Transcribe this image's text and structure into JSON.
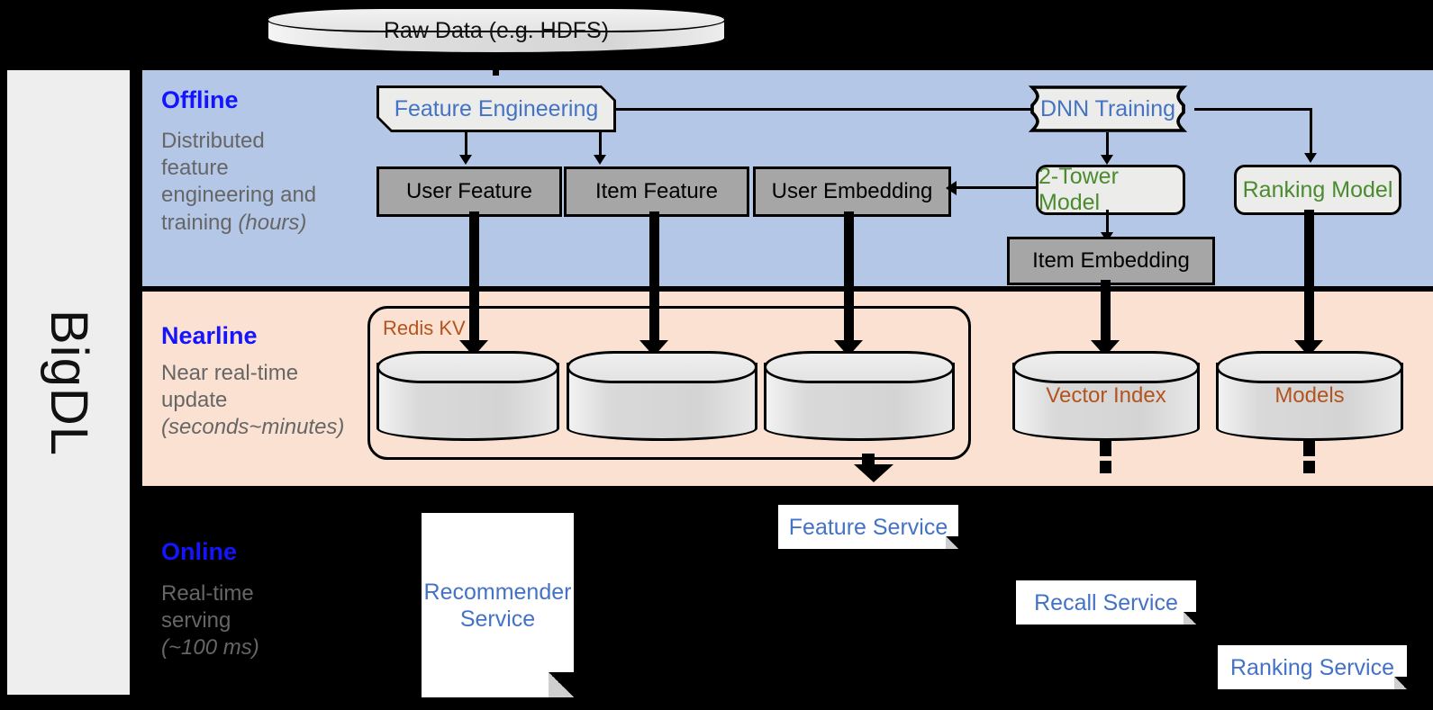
{
  "sidebar": {
    "label": "BigDL"
  },
  "bands": [
    {
      "id": "offline",
      "title": "Offline",
      "desc_line1": "Distributed",
      "desc_line2": "feature",
      "desc_line3": "engineering and",
      "desc_line4": "training ",
      "desc_italic": "(hours)",
      "color": "#b4c7e7"
    },
    {
      "id": "nearline",
      "title": "Nearline",
      "desc_line1": "Near real-time",
      "desc_line2": "update",
      "desc_italic": "(seconds~minutes)",
      "color": "#fae1d2"
    },
    {
      "id": "online",
      "title": "Online",
      "desc_line1": "Real-time",
      "desc_line2": "serving",
      "desc_italic": "(~100 ms)",
      "color": "#000000"
    }
  ],
  "nodes": {
    "raw_data": "Raw Data (e.g. HDFS)",
    "feature_engineering": "Feature Engineering",
    "dnn_training": "DNN Training",
    "user_feature": "User Feature",
    "item_feature": "Item Feature",
    "user_embedding": "User Embedding",
    "two_tower_model": "2-Tower Model",
    "ranking_model": "Ranking Model",
    "item_embedding": "Item Embedding",
    "redis_kv": "Redis KV",
    "store_user_feature": "",
    "store_item_feature": "",
    "store_user_embedding": "",
    "vector_index": "Vector Index",
    "models": "Models",
    "feature_service": "Feature Service",
    "recommender_service_l1": "Recommender",
    "recommender_service_l2": "Service",
    "recall_service": "Recall Service",
    "ranking_service": "Ranking Service"
  },
  "colors": {
    "offline_band": "#b4c7e7",
    "nearline_band": "#fae1d2",
    "online_band": "#000000",
    "band_title": "#1414ff",
    "band_desc": "#666666",
    "blue_text": "#4472c4",
    "green_text": "#4b8b2f",
    "orange_text": "#b3541e",
    "gray_box": "#a6a6a6",
    "light_box": "#ececeb",
    "sidebar": "#eeeeee"
  }
}
